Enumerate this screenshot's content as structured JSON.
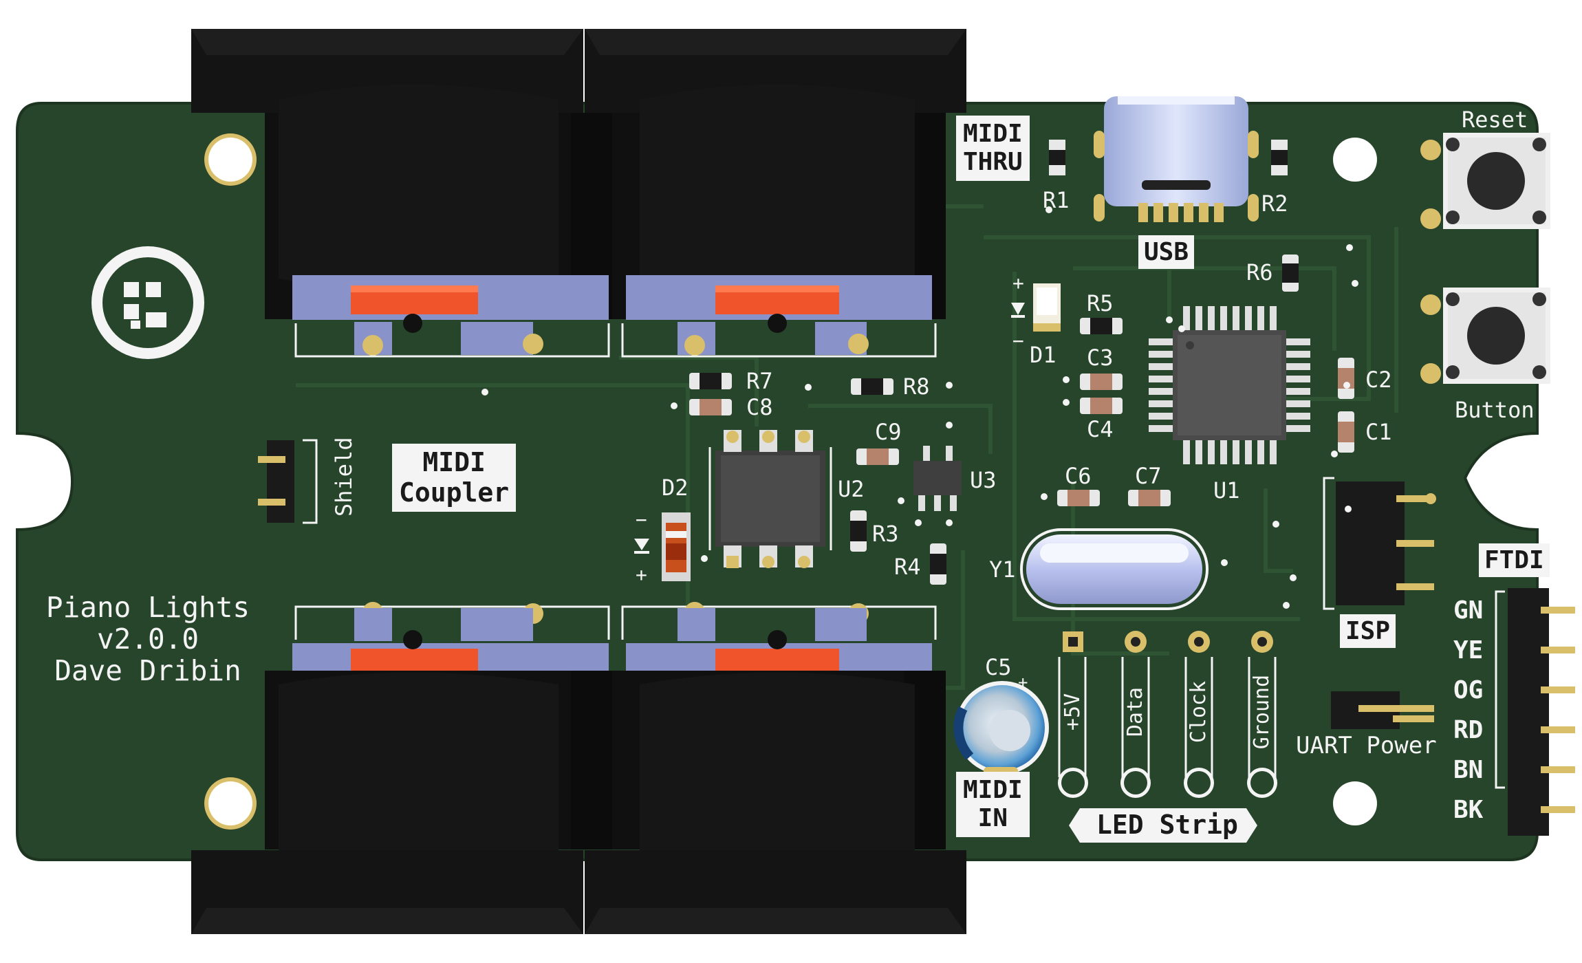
{
  "board": {
    "title": "Piano Lights\nv2.0.0\nDave Dribin",
    "colors": {
      "pcb": "#26452b",
      "pcb_edge": "#1f3a24",
      "silkscreen": "#f4f4f4",
      "pad_gold": "#d9bf6a",
      "connector_black": "#151515",
      "latch_blue": "#8a93c9",
      "latch_orange": "#f0542a"
    }
  },
  "logo": {
    "icon": "grid-logo-icon"
  },
  "sections": {
    "midi_thru": "MIDI\nTHRU",
    "midi_in": "MIDI\nIN",
    "midi_coupler": "MIDI\nCoupler",
    "usb": "USB",
    "isp": "ISP",
    "ftdi": "FTDI",
    "led_strip": "LED Strip",
    "shield": "Shield",
    "uart_power": "UART Power",
    "reset": "Reset",
    "button": "Button"
  },
  "components": {
    "R1": "R1",
    "R2": "R2",
    "R3": "R3",
    "R4": "R4",
    "R5": "R5",
    "R6": "R6",
    "R7": "R7",
    "R8": "R8",
    "C1": "C1",
    "C2": "C2",
    "C3": "C3",
    "C4": "C4",
    "C5": "C5",
    "C6": "C6",
    "C7": "C7",
    "C8": "C8",
    "C9": "C9",
    "D1": "D1",
    "D2": "D2",
    "U1": "U1",
    "U2": "U2",
    "U3": "U3",
    "Y1": "Y1"
  },
  "polarity": {
    "plus": "+",
    "minus": "−"
  },
  "led_strip_pins": [
    "+5V",
    "Data",
    "Clock",
    "Ground"
  ],
  "ftdi_pins": [
    "GN",
    "YE",
    "OG",
    "RD",
    "BN",
    "BK"
  ]
}
